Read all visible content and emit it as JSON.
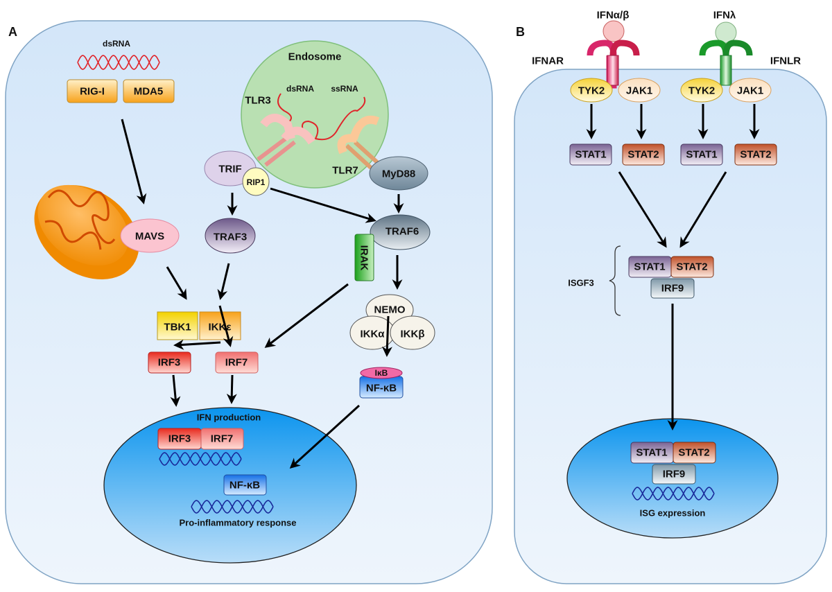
{
  "panel_a": {
    "label": "A",
    "dsrna_cytosol": "dsRNA",
    "rig_i": "RIG-I",
    "mda5": "MDA5",
    "endosome": "Endosome",
    "tlr3": "TLR3",
    "dsrna_endosome": "dsRNA",
    "ssrna": "ssRNA",
    "tlr7": "TLR7",
    "trif": "TRIF",
    "rip1": "RIP1",
    "myd88": "MyD88",
    "mavs": "MAVS",
    "traf3": "TRAF3",
    "traf6": "TRAF6",
    "irak": "IRAK",
    "nemo": "NEMO",
    "ikka": "IKKα",
    "ikkb": "IKKβ",
    "tbk1": "TBK1",
    "ikke": "IKKε",
    "irf3": "IRF3",
    "irf7": "IRF7",
    "ikb": "IκB",
    "nfkb": "NF-κB",
    "nucleus": {
      "ifn_production": "IFN production",
      "irf3": "IRF3",
      "irf7": "IRF7",
      "nfkb": "NF-κB",
      "pro_inflammatory": "Pro-inflammatory response"
    }
  },
  "panel_b": {
    "label": "B",
    "ifnab": "IFNα/β",
    "ifnl": "IFNλ",
    "ifnar": "IFNAR",
    "ifnlr": "IFNLR",
    "tyk2_a": "TYK2",
    "jak1_a": "JAK1",
    "tyk2_b": "TYK2",
    "jak1_b": "JAK1",
    "stat1_a": "STAT1",
    "stat2_a": "STAT2",
    "stat1_b": "STAT1",
    "stat2_b": "STAT2",
    "isgf3": "ISGF3",
    "isgf3_stat1": "STAT1",
    "isgf3_stat2": "STAT2",
    "isgf3_irf9": "IRF9",
    "nucleus": {
      "stat1": "STAT1",
      "stat2": "STAT2",
      "irf9": "IRF9",
      "isg_expression": "ISG expression"
    }
  },
  "colors": {
    "cell": "#d6e7f8",
    "endosome": "#b9e0b2",
    "nucleus": "#1b9ef0",
    "dna": "#1a2a9a",
    "rna": "#e0242a"
  }
}
